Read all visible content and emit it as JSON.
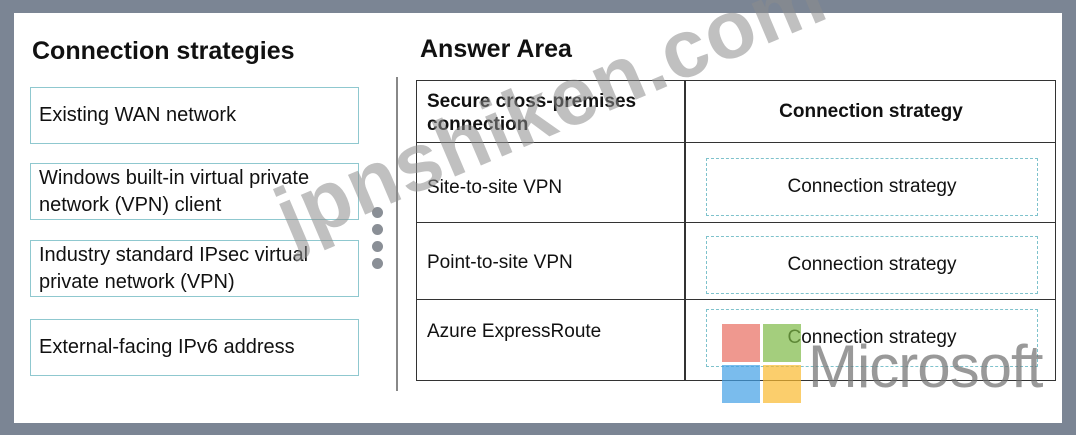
{
  "left_panel": {
    "heading": "Connection strategies",
    "items": [
      "Existing WAN network",
      "Windows built-in virtual private network (VPN) client",
      "Industry standard IPsec virtual private network (VPN)",
      "External-facing IPv6 address"
    ]
  },
  "answer_area": {
    "heading": "Answer Area",
    "column_headers": [
      "Secure cross-premises connection",
      "Connection strategy"
    ],
    "rows": [
      {
        "label": "Site-to-site VPN",
        "target": "Connection strategy"
      },
      {
        "label": "Point-to-site VPN",
        "target": "Connection strategy"
      },
      {
        "label": "Azure ExpressRoute",
        "target": "Connection strategy"
      }
    ]
  },
  "watermark": {
    "text": "jpnshiken.com",
    "logo_text": "Microsoft"
  },
  "colors": {
    "background": "#7b8594",
    "item_border": "#8fc8cf",
    "dashed_border": "#7ec2cc"
  }
}
